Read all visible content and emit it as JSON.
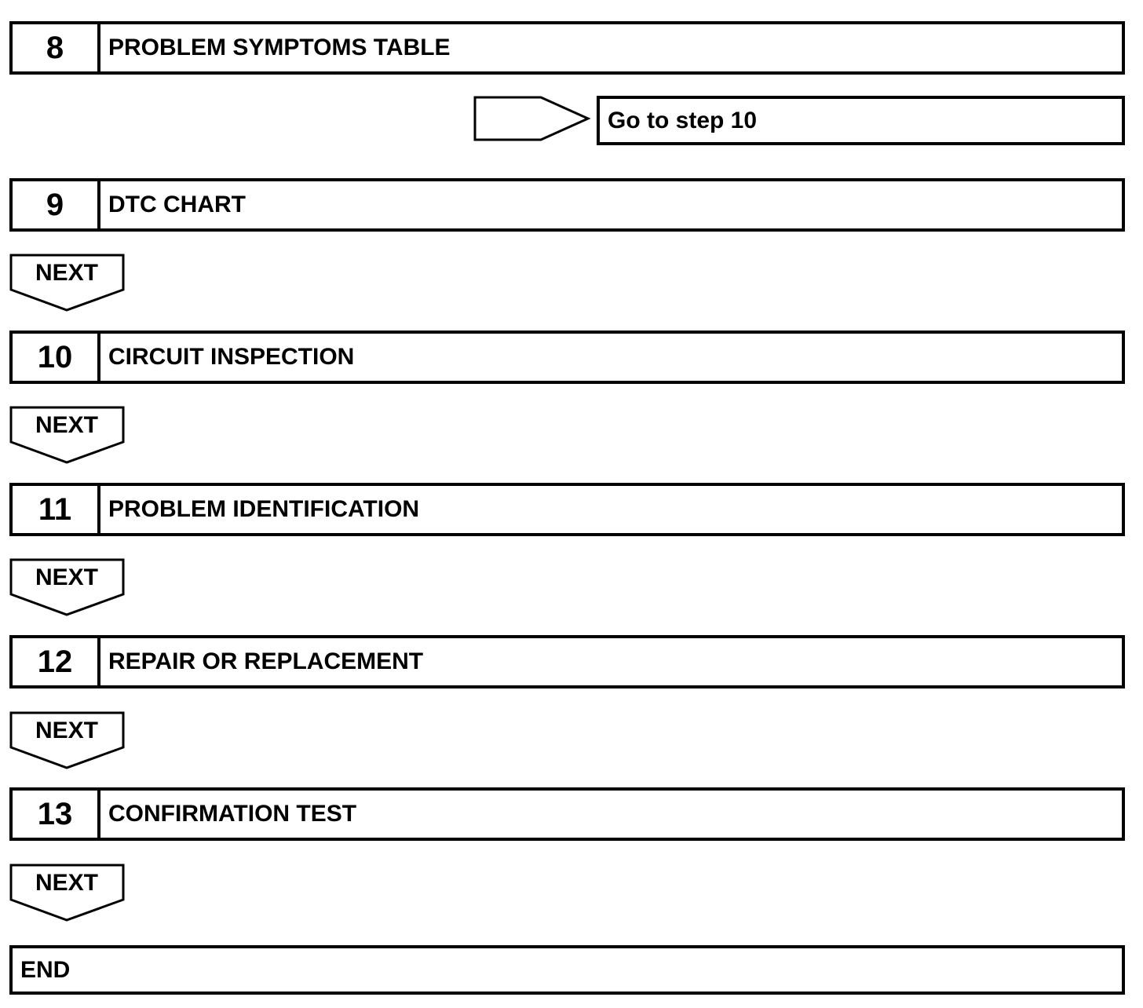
{
  "steps": [
    {
      "number": "8",
      "label": "PROBLEM SYMPTOMS TABLE"
    },
    {
      "number": "9",
      "label": "DTC CHART"
    },
    {
      "number": "10",
      "label": "CIRCUIT INSPECTION"
    },
    {
      "number": "11",
      "label": "PROBLEM IDENTIFICATION"
    },
    {
      "number": "12",
      "label": "REPAIR OR REPLACEMENT"
    },
    {
      "number": "13",
      "label": "CONFIRMATION TEST"
    }
  ],
  "branch": {
    "goto_label": "Go to step 10"
  },
  "next_label": "NEXT",
  "end_label": "END"
}
